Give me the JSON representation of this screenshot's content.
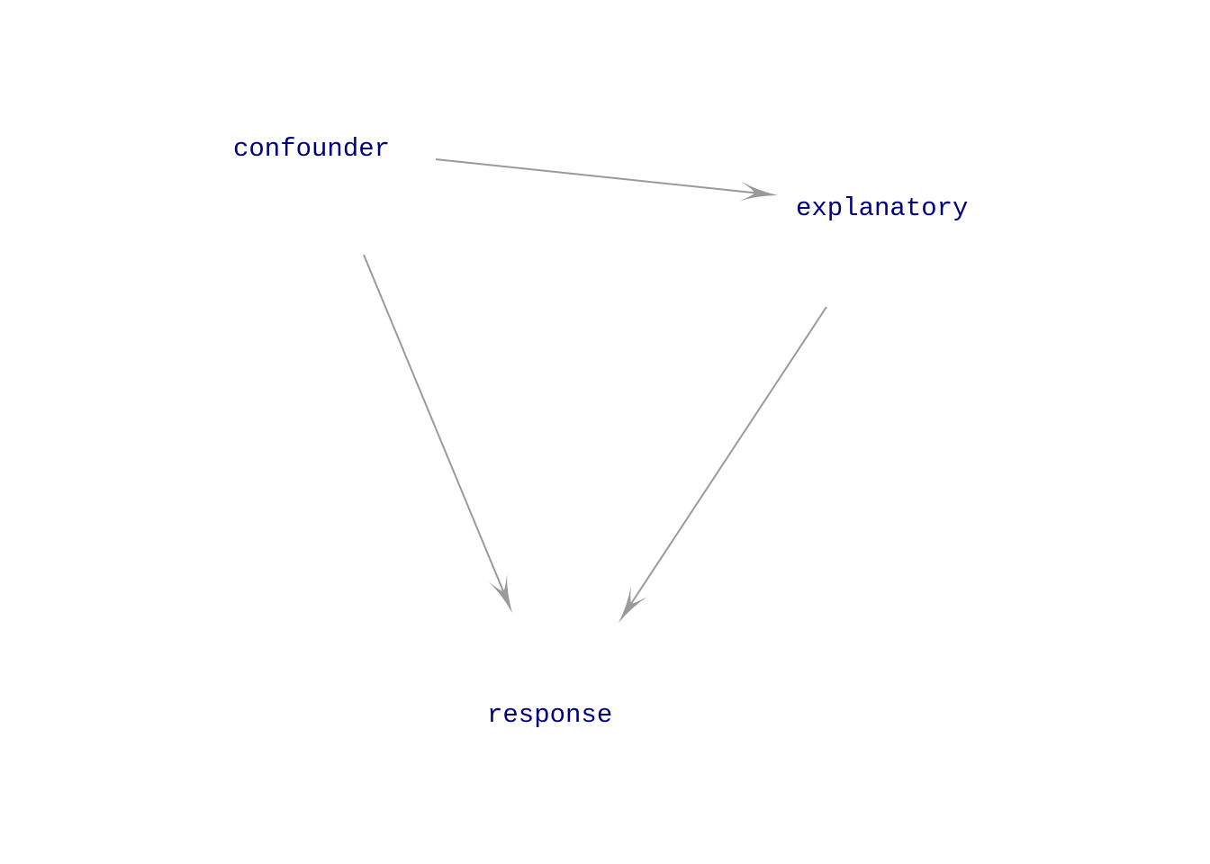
{
  "diagram": {
    "colors": {
      "node_text": "#000080",
      "edge": "#9a9a9a",
      "background": "#ffffff"
    },
    "nodes": [
      {
        "id": "confounder",
        "label": "confounder"
      },
      {
        "id": "explanatory",
        "label": "explanatory"
      },
      {
        "id": "response",
        "label": "response"
      }
    ],
    "edges": [
      {
        "from": "confounder",
        "to": "explanatory"
      },
      {
        "from": "confounder",
        "to": "response"
      },
      {
        "from": "explanatory",
        "to": "response"
      }
    ]
  }
}
